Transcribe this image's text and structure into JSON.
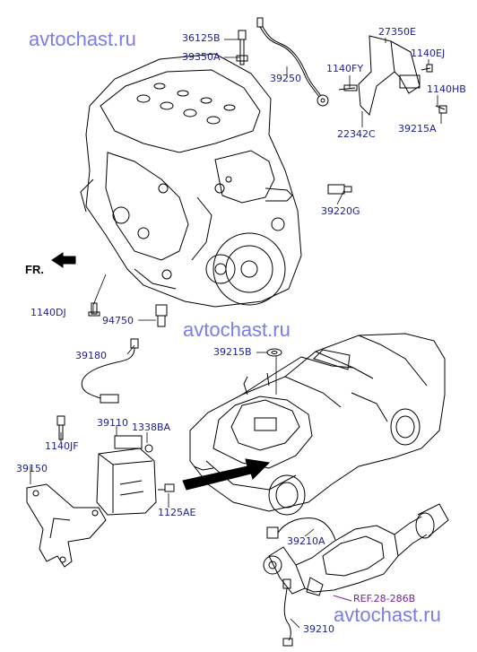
{
  "watermarks": {
    "top": "avtochast.ru",
    "middle": "avtochast.ru",
    "bottom": "avtochast.ru"
  },
  "direction_label": "FR.",
  "parts": {
    "p36125B": "36125B",
    "p39350A": "39350A",
    "p39250": "39250",
    "p27350E": "27350E",
    "p1140EJ": "1140EJ",
    "p1140FY": "1140FY",
    "p1140HB": "1140HB",
    "p22342C": "22342C",
    "p39215A": "39215A",
    "p39220G": "39220G",
    "p1140DJ": "1140DJ",
    "p94750": "94750",
    "p39180": "39180",
    "p39215B": "39215B",
    "p39110": "39110",
    "p1338BA": "1338BA",
    "p1140JF": "1140JF",
    "p39150": "39150",
    "p1125AE": "1125AE",
    "p39210A": "39210A",
    "p39210": "39210"
  },
  "reference": "REF.28-286B"
}
